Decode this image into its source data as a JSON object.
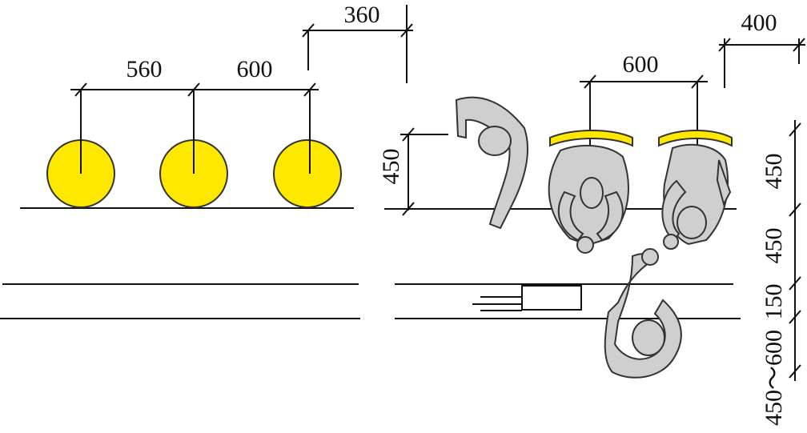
{
  "colors": {
    "stool": "#ffe800",
    "person": "#cfcfcf",
    "line": "#111111"
  },
  "dimensions": {
    "left_spacing_1": "560",
    "left_spacing_2": "600",
    "offset_top": "360",
    "seat_spacing": "600",
    "right_offset": "400",
    "seat_depth": "450",
    "right_col_1": "450",
    "right_col_2": "450",
    "right_col_3": "150",
    "right_col_4": "450～600"
  }
}
